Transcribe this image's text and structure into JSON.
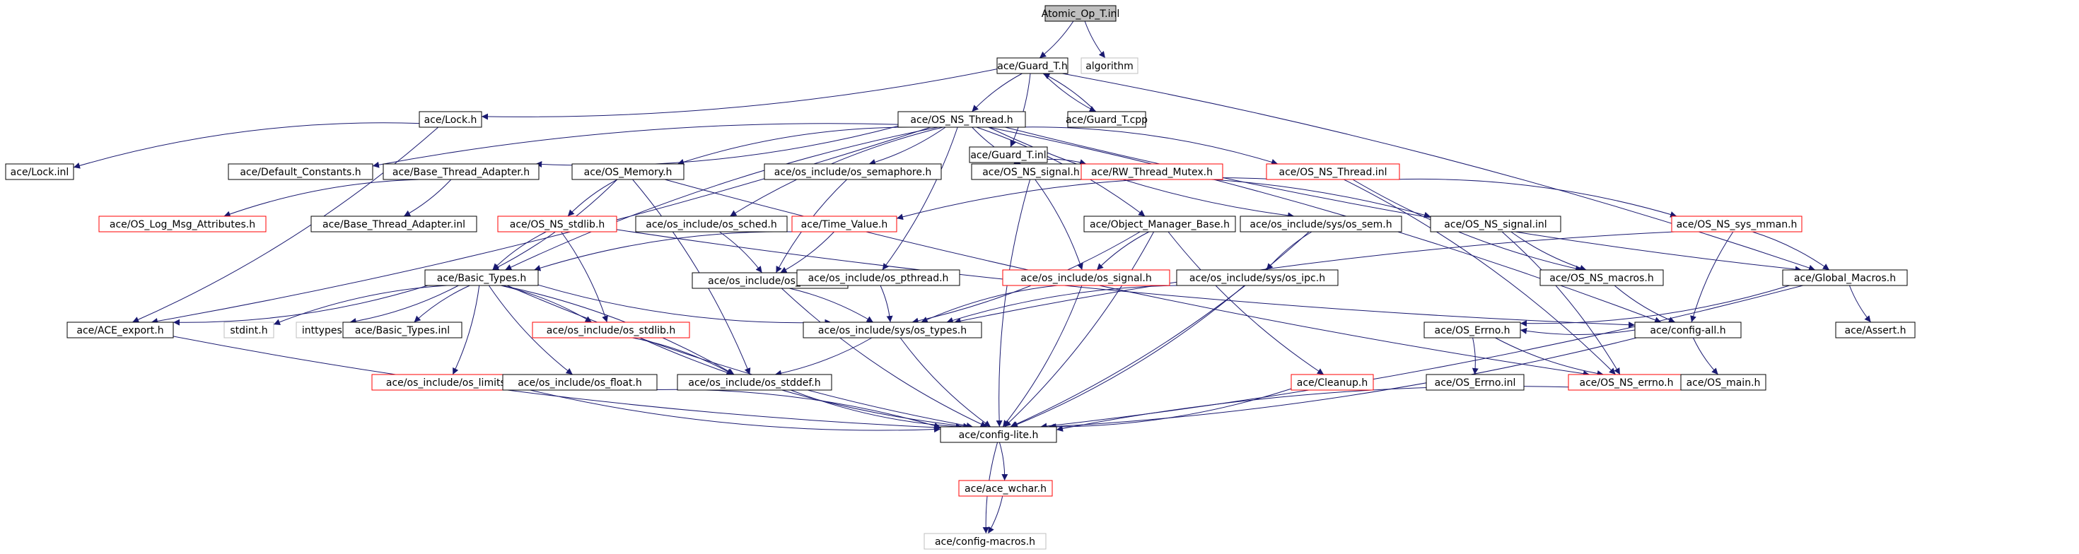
{
  "colors": {
    "edge": "#191970",
    "root_fill": "#bfbfbf",
    "node_border": "#000000",
    "missing_border": "#ff0000",
    "external_border": "#bfbfbf",
    "text": "#000000"
  },
  "nodes": [
    {
      "id": "n_root",
      "label": "Atomic_Op_T.inl",
      "kind": "root"
    },
    {
      "id": "n_guardh",
      "label": "ace/Guard_T.h",
      "kind": "normal"
    },
    {
      "id": "n_algorithm",
      "label": "algorithm",
      "kind": "external"
    },
    {
      "id": "n_lockh",
      "label": "ace/Lock.h",
      "kind": "normal"
    },
    {
      "id": "n_osnsthread",
      "label": "ace/OS_NS_Thread.h",
      "kind": "normal"
    },
    {
      "id": "n_guardinl",
      "label": "ace/Guard_T.inl",
      "kind": "normal"
    },
    {
      "id": "n_guardcpp",
      "label": "ace/Guard_T.cpp",
      "kind": "normal"
    },
    {
      "id": "n_lockinl",
      "label": "ace/Lock.inl",
      "kind": "normal"
    },
    {
      "id": "n_defconst",
      "label": "ace/Default_Constants.h",
      "kind": "normal"
    },
    {
      "id": "n_btadapter",
      "label": "ace/Base_Thread_Adapter.h",
      "kind": "normal"
    },
    {
      "id": "n_osmemory",
      "label": "ace/OS_Memory.h",
      "kind": "normal"
    },
    {
      "id": "n_ossemaphore",
      "label": "ace/os_include/os_semaphore.h",
      "kind": "normal"
    },
    {
      "id": "n_osnssignal",
      "label": "ace/OS_NS_signal.h",
      "kind": "normal"
    },
    {
      "id": "n_osnsthreadinl",
      "label": "ace/OS_NS_Thread.inl",
      "kind": "missing"
    },
    {
      "id": "n_rwmutex",
      "label": "ace/RW_Thread_Mutex.h",
      "kind": "missing"
    },
    {
      "id": "n_oslogmsg",
      "label": "ace/OS_Log_Msg_Attributes.h",
      "kind": "missing"
    },
    {
      "id": "n_btadapterinl",
      "label": "ace/Base_Thread_Adapter.inl",
      "kind": "normal"
    },
    {
      "id": "n_osnsstdlib",
      "label": "ace/OS_NS_stdlib.h",
      "kind": "missing"
    },
    {
      "id": "n_ossched",
      "label": "ace/os_include/os_sched.h",
      "kind": "normal"
    },
    {
      "id": "n_timevalue",
      "label": "ace/Time_Value.h",
      "kind": "missing"
    },
    {
      "id": "n_objmgrbase",
      "label": "ace/Object_Manager_Base.h",
      "kind": "normal"
    },
    {
      "id": "n_sysossem",
      "label": "ace/os_include/sys/os_sem.h",
      "kind": "normal"
    },
    {
      "id": "n_osnssignalinl",
      "label": "ace/OS_NS_signal.inl",
      "kind": "normal"
    },
    {
      "id": "n_osnssysmman",
      "label": "ace/OS_NS_sys_mman.h",
      "kind": "missing"
    },
    {
      "id": "n_basictypes",
      "label": "ace/Basic_Types.h",
      "kind": "normal"
    },
    {
      "id": "n_ostime",
      "label": "ace/os_include/os_time.h",
      "kind": "normal"
    },
    {
      "id": "n_ospthread",
      "label": "ace/os_include/os_pthread.h",
      "kind": "normal"
    },
    {
      "id": "n_ossignal",
      "label": "ace/os_include/os_signal.h",
      "kind": "missing"
    },
    {
      "id": "n_sysosipc",
      "label": "ace/os_include/sys/os_ipc.h",
      "kind": "normal"
    },
    {
      "id": "n_osnsmacros",
      "label": "ace/OS_NS_macros.h",
      "kind": "normal"
    },
    {
      "id": "n_globalmacros",
      "label": "ace/Global_Macros.h",
      "kind": "normal"
    },
    {
      "id": "n_aceexport",
      "label": "ace/ACE_export.h",
      "kind": "normal"
    },
    {
      "id": "n_stdint",
      "label": "stdint.h",
      "kind": "external"
    },
    {
      "id": "n_inttypes",
      "label": "inttypes.h",
      "kind": "external"
    },
    {
      "id": "n_basictypesinl",
      "label": "ace/Basic_Types.inl",
      "kind": "normal"
    },
    {
      "id": "n_osstdlib",
      "label": "ace/os_include/os_stdlib.h",
      "kind": "missing"
    },
    {
      "id": "n_systypes",
      "label": "ace/os_include/sys/os_types.h",
      "kind": "normal"
    },
    {
      "id": "n_oserrnoh",
      "label": "ace/OS_Errno.h",
      "kind": "normal"
    },
    {
      "id": "n_configall",
      "label": "ace/config-all.h",
      "kind": "normal"
    },
    {
      "id": "n_assert",
      "label": "ace/Assert.h",
      "kind": "normal"
    },
    {
      "id": "n_oslimits",
      "label": "ace/os_include/os_limits.h",
      "kind": "missing"
    },
    {
      "id": "n_osfloat",
      "label": "ace/os_include/os_float.h",
      "kind": "normal"
    },
    {
      "id": "n_osstddef",
      "label": "ace/os_include/os_stddef.h",
      "kind": "normal"
    },
    {
      "id": "n_cleanup",
      "label": "ace/Cleanup.h",
      "kind": "missing"
    },
    {
      "id": "n_oserrnoinl",
      "label": "ace/OS_Errno.inl",
      "kind": "normal"
    },
    {
      "id": "n_osnserrno",
      "label": "ace/OS_NS_errno.h",
      "kind": "missing"
    },
    {
      "id": "n_osmain",
      "label": "ace/OS_main.h",
      "kind": "normal"
    },
    {
      "id": "n_configlite",
      "label": "ace/config-lite.h",
      "kind": "normal"
    },
    {
      "id": "n_acewchar",
      "label": "ace/ace_wchar.h",
      "kind": "missing"
    },
    {
      "id": "n_configmacros",
      "label": "ace/config-macros.h",
      "kind": "external"
    }
  ],
  "edges": [
    [
      "n_root",
      "n_guardh"
    ],
    [
      "n_root",
      "n_algorithm"
    ],
    [
      "n_guardh",
      "n_lockh"
    ],
    [
      "n_guardh",
      "n_osnsthread"
    ],
    [
      "n_guardh",
      "n_guardinl"
    ],
    [
      "n_guardh",
      "n_guardcpp"
    ],
    [
      "n_guardh",
      "n_globalmacros"
    ],
    [
      "n_guardcpp",
      "n_guardh"
    ],
    [
      "n_guardinl",
      "n_rwmutex"
    ],
    [
      "n_lockh",
      "n_lockinl"
    ],
    [
      "n_lockh",
      "n_aceexport"
    ],
    [
      "n_osnsthread",
      "n_defconst"
    ],
    [
      "n_osnsthread",
      "n_btadapter"
    ],
    [
      "n_osnsthread",
      "n_osmemory"
    ],
    [
      "n_osnsthread",
      "n_ossemaphore"
    ],
    [
      "n_osnsthread",
      "n_osnssignal"
    ],
    [
      "n_osnsthread",
      "n_osnsthreadinl"
    ],
    [
      "n_osnsthread",
      "n_ossched"
    ],
    [
      "n_osnsthread",
      "n_objmgrbase"
    ],
    [
      "n_osnsthread",
      "n_sysossem"
    ],
    [
      "n_osnsthread",
      "n_ospthread"
    ],
    [
      "n_osnsthread",
      "n_globalmacros"
    ],
    [
      "n_osnsthread",
      "n_aceexport"
    ],
    [
      "n_osnsthread",
      "n_basictypes"
    ],
    [
      "n_osnsthread",
      "n_configall"
    ],
    [
      "n_btadapter",
      "n_oslogmsg"
    ],
    [
      "n_btadapter",
      "n_btadapterinl"
    ],
    [
      "n_osmemory",
      "n_osnsstdlib"
    ],
    [
      "n_osmemory",
      "n_basictypes"
    ],
    [
      "n_osmemory",
      "n_osnserrno"
    ],
    [
      "n_osmemory",
      "n_osstddef"
    ],
    [
      "n_ossemaphore",
      "n_ostime"
    ],
    [
      "n_osnssignal",
      "n_ossignal"
    ],
    [
      "n_osnssignal",
      "n_configlite"
    ],
    [
      "n_osnssignal",
      "n_osnssignalinl"
    ],
    [
      "n_osnsthreadinl",
      "n_timevalue"
    ],
    [
      "n_osnsthreadinl",
      "n_osnssysmman"
    ],
    [
      "n_osnsthreadinl",
      "n_osnsmacros"
    ],
    [
      "n_osnsthreadinl",
      "n_osnserrno"
    ],
    [
      "n_osnsstdlib",
      "n_basictypes"
    ],
    [
      "n_osnsstdlib",
      "n_osstdlib"
    ],
    [
      "n_osnsstdlib",
      "n_configall"
    ],
    [
      "n_ossched",
      "n_ostime"
    ],
    [
      "n_timevalue",
      "n_basictypes"
    ],
    [
      "n_timevalue",
      "n_ostime"
    ],
    [
      "n_objmgrbase",
      "n_ossignal"
    ],
    [
      "n_objmgrbase",
      "n_systypes"
    ],
    [
      "n_objmgrbase",
      "n_cleanup"
    ],
    [
      "n_objmgrbase",
      "n_configlite"
    ],
    [
      "n_sysossem",
      "n_sysosipc"
    ],
    [
      "n_sysossem",
      "n_configlite"
    ],
    [
      "n_osnssignalinl",
      "n_osnsmacros"
    ],
    [
      "n_osnssignalinl",
      "n_osnserrno"
    ],
    [
      "n_osnssysmman",
      "n_systypes"
    ],
    [
      "n_osnssysmman",
      "n_globalmacros"
    ],
    [
      "n_osnssysmman",
      "n_configall"
    ],
    [
      "n_basictypes",
      "n_aceexport"
    ],
    [
      "n_basictypes",
      "n_stdint"
    ],
    [
      "n_basictypes",
      "n_inttypes"
    ],
    [
      "n_basictypes",
      "n_basictypesinl"
    ],
    [
      "n_basictypes",
      "n_osstdlib"
    ],
    [
      "n_basictypes",
      "n_systypes"
    ],
    [
      "n_basictypes",
      "n_oslimits"
    ],
    [
      "n_basictypes",
      "n_osfloat"
    ],
    [
      "n_basictypes",
      "n_osstddef"
    ],
    [
      "n_basictypes",
      "n_configlite"
    ],
    [
      "n_ostime",
      "n_systypes"
    ],
    [
      "n_ostime",
      "n_configlite"
    ],
    [
      "n_ospthread",
      "n_systypes"
    ],
    [
      "n_ossignal",
      "n_systypes"
    ],
    [
      "n_ossignal",
      "n_configlite"
    ],
    [
      "n_sysosipc",
      "n_systypes"
    ],
    [
      "n_sysosipc",
      "n_configlite"
    ],
    [
      "n_osnsmacros",
      "n_configall"
    ],
    [
      "n_globalmacros",
      "n_oserrnoh"
    ],
    [
      "n_globalmacros",
      "n_assert"
    ],
    [
      "n_globalmacros",
      "n_configlite"
    ],
    [
      "n_aceexport",
      "n_configlite"
    ],
    [
      "n_osstdlib",
      "n_osstddef"
    ],
    [
      "n_osstdlib",
      "n_configlite"
    ],
    [
      "n_systypes",
      "n_osstddef"
    ],
    [
      "n_systypes",
      "n_configlite"
    ],
    [
      "n_oserrnoh",
      "n_oserrnoinl"
    ],
    [
      "n_oserrnoh",
      "n_osnserrno"
    ],
    [
      "n_configall",
      "n_oserrnoh"
    ],
    [
      "n_configall",
      "n_osmain"
    ],
    [
      "n_configall",
      "n_configlite"
    ],
    [
      "n_oslimits",
      "n_configlite"
    ],
    [
      "n_osfloat",
      "n_configlite"
    ],
    [
      "n_osstddef",
      "n_configlite"
    ],
    [
      "n_cleanup",
      "n_configlite"
    ],
    [
      "n_osnserrno",
      "n_configlite"
    ],
    [
      "n_configlite",
      "n_acewchar"
    ],
    [
      "n_configlite",
      "n_configmacros"
    ],
    [
      "n_acewchar",
      "n_configmacros"
    ]
  ]
}
